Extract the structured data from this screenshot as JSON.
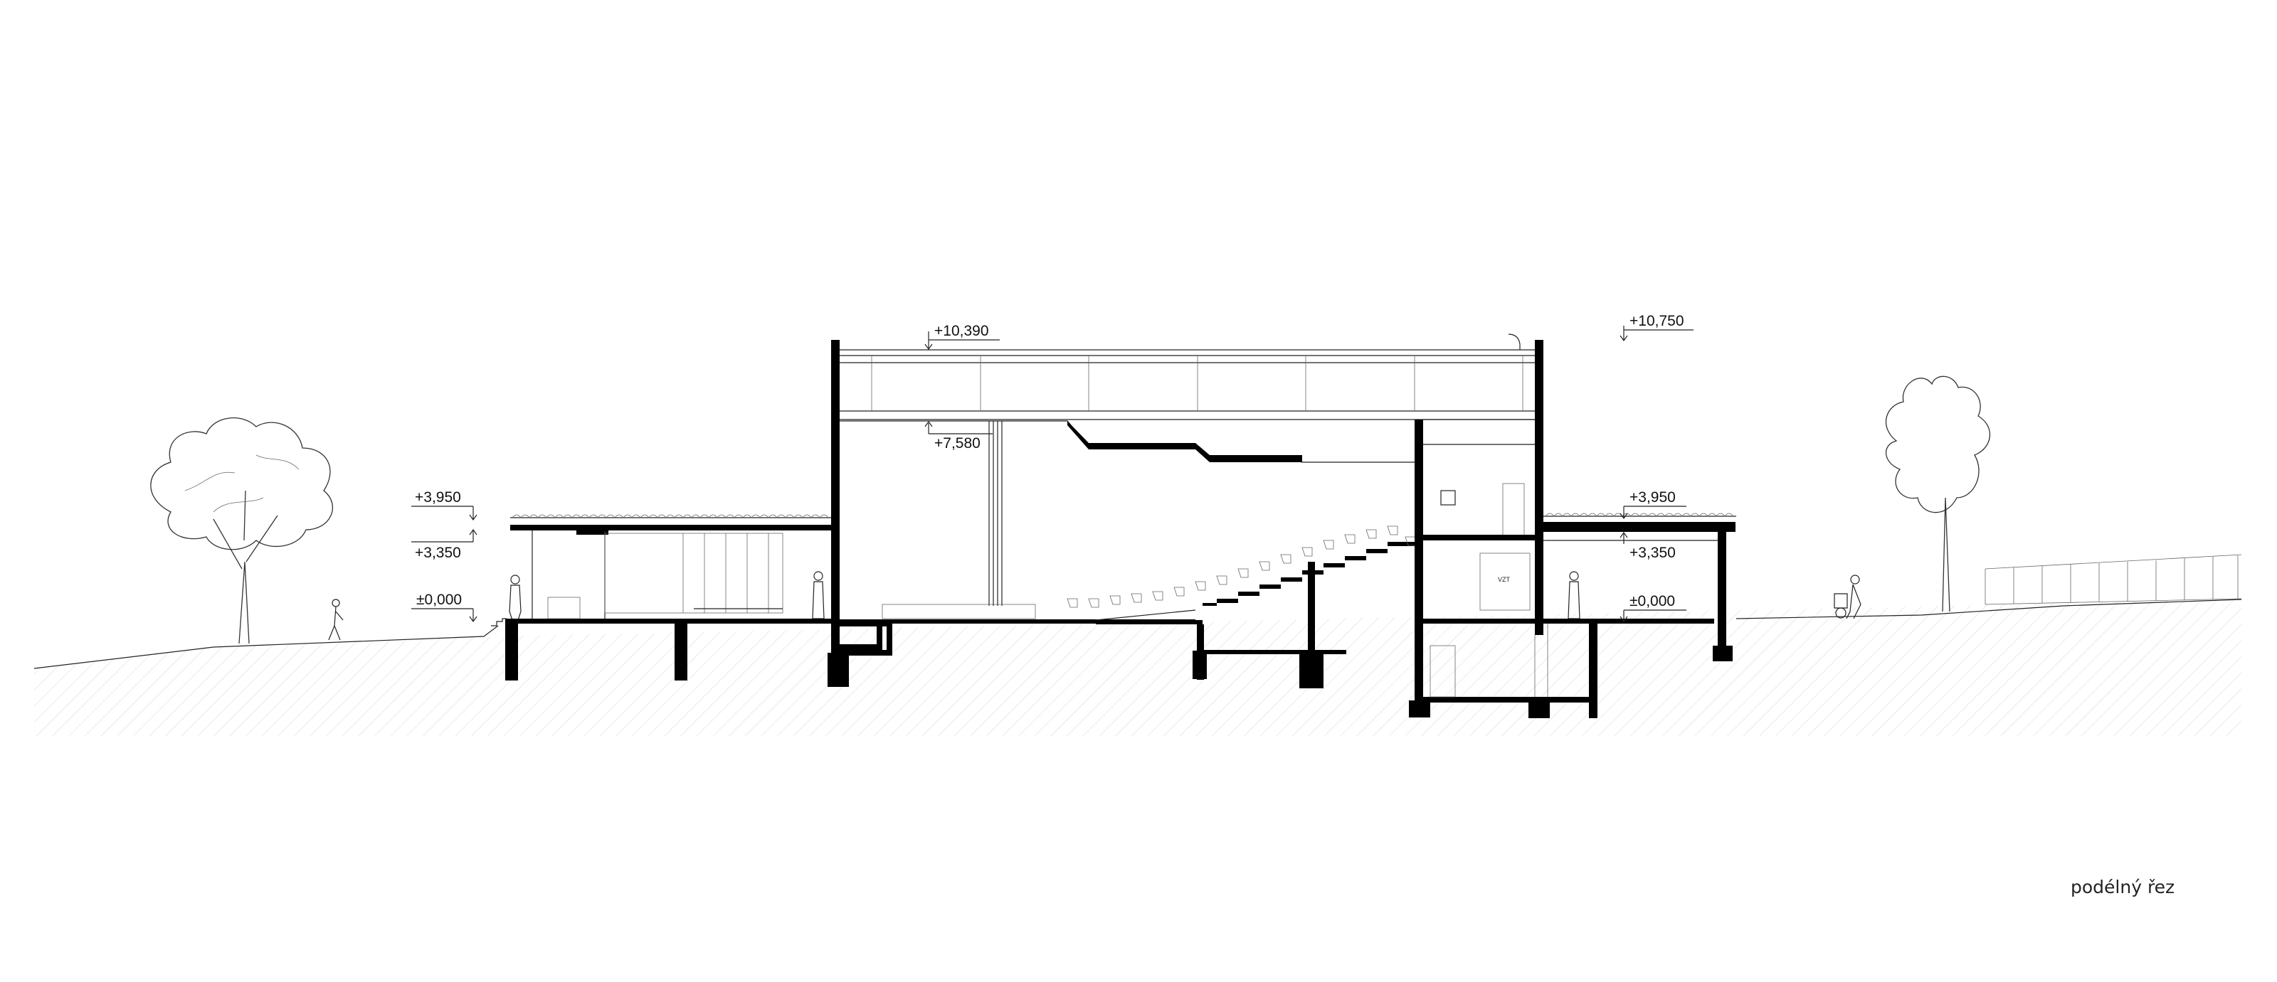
{
  "drawing": {
    "title": "podélný řez",
    "room_tag": "VZT"
  },
  "levels": {
    "roof_top": "+10,390",
    "roof_top_right": "+10,750",
    "ceiling_hall": "+7,580",
    "annex_roof_left": "+3,950",
    "annex_ceiling_left": "+3,350",
    "ground_left": "±0,000",
    "annex_roof_right": "+3,950",
    "annex_ceiling_right": "+3,350",
    "ground_right": "±0,000"
  },
  "colors": {
    "ink": "#000000",
    "line": "#222222",
    "hatch": "#d4d4d4"
  }
}
